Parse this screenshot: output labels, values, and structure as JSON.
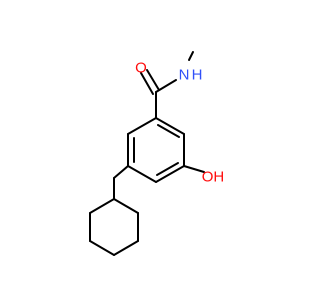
{
  "molecule": {
    "atoms": {
      "oxygen_carbonyl": {
        "text": "O",
        "color": "#ff0d0d"
      },
      "nitrogen_amide": {
        "text": "N",
        "color": "#3050f8"
      },
      "hydrogen_amide": {
        "text": "H",
        "color": "#3050f8"
      },
      "hydroxyl": {
        "text": "OH",
        "color": "#ff0d0d"
      }
    },
    "bond_color": "#000000"
  }
}
